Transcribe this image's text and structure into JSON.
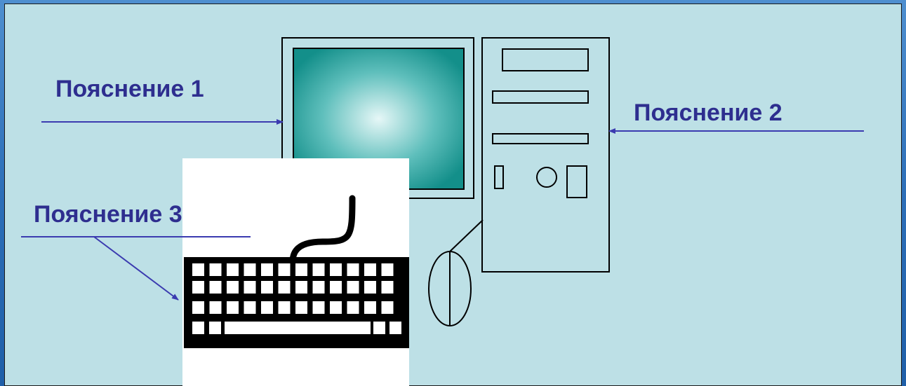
{
  "labels": {
    "label_1": "Пояснение 1",
    "label_2": "Пояснение 2",
    "label_3": "Пояснение 3"
  },
  "colors": {
    "slide_background": "#bde0e6",
    "label_text": "#2e2e8f",
    "pointer_lines": "#3b3bb0",
    "monitor_screen": "#1a9a96",
    "outline": "#000000"
  },
  "icons": [
    "monitor-icon",
    "system-unit-icon",
    "mouse-icon",
    "keyboard-icon"
  ]
}
